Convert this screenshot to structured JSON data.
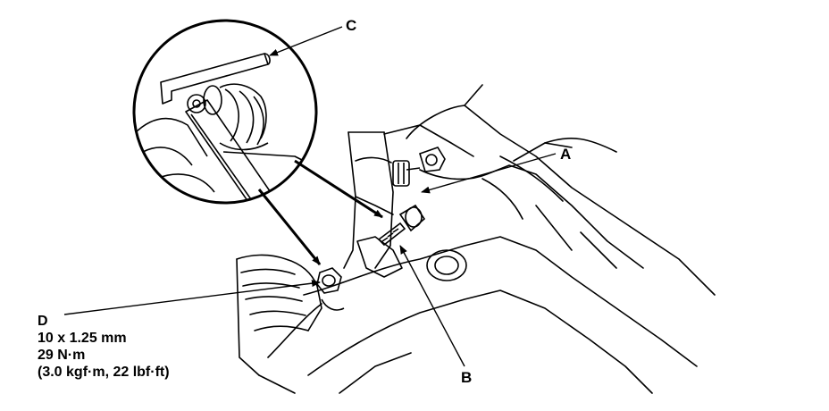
{
  "callouts": {
    "a": "A",
    "b": "B",
    "c": "C",
    "d": "D"
  },
  "spec_d": {
    "thread": "10 x 1.25 mm",
    "torque_nm": "29 N·m",
    "torque_alt": "(3.0 kgf·m, 22 lbf·ft)"
  },
  "colors": {
    "ink": "#000000",
    "paper": "#ffffff"
  }
}
